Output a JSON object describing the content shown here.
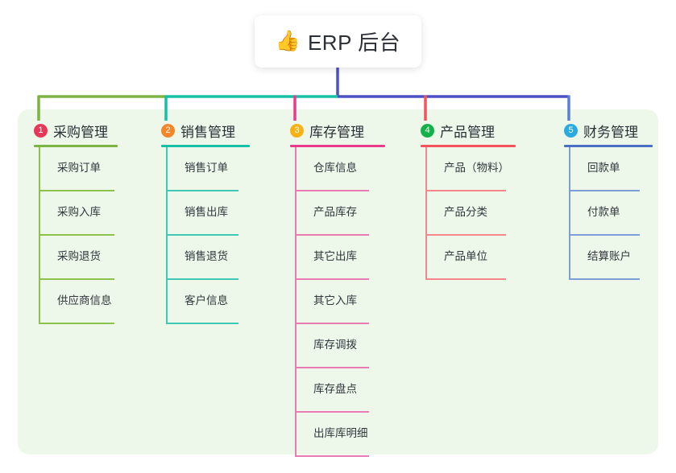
{
  "root": {
    "icon": "thumbs-up-icon",
    "emoji": "👍",
    "title": "ERP 后台"
  },
  "panel": {
    "background": "#edf7ea"
  },
  "connector": {
    "stem_color": "#4c51c6",
    "bar_segments": [
      "#7cb342",
      "#16bfa6",
      "#4c51c6"
    ],
    "drop_colors": [
      "#7cb342",
      "#16bfa6",
      "#ec3a8b",
      "#f4535b",
      "#5b7fd4"
    ]
  },
  "columns": [
    {
      "number": "1",
      "title": "采购管理",
      "badge_color": "#e8385a",
      "rule_color": "#7cb342",
      "line_color": "#8bc34a",
      "items": [
        "采购订单",
        "采购入库",
        "采购退货",
        "供应商信息"
      ]
    },
    {
      "number": "2",
      "title": "销售管理",
      "badge_color": "#f5862a",
      "rule_color": "#16bfa6",
      "line_color": "#3fc8b4",
      "items": [
        "销售订单",
        "销售出库",
        "销售退货",
        "客户信息"
      ]
    },
    {
      "number": "3",
      "title": "库存管理",
      "badge_color": "#f9b215",
      "rule_color": "#ec3a8b",
      "line_color": "#e87bb4",
      "items": [
        "仓库信息",
        "产品库存",
        "其它出库",
        "其它入库",
        "库存调拨",
        "库存盘点",
        "出库库明细"
      ]
    },
    {
      "number": "4",
      "title": "产品管理",
      "badge_color": "#14b14b",
      "rule_color": "#f4535b",
      "line_color": "#f4868c",
      "items": [
        "产品（物料）",
        "产品分类",
        "产品单位"
      ]
    },
    {
      "number": "5",
      "title": "财务管理",
      "badge_color": "#29abe2",
      "rule_color": "#4a6fc4",
      "line_color": "#7e9ddb",
      "items": [
        "回款单",
        "付款单",
        "结算账户"
      ]
    }
  ]
}
